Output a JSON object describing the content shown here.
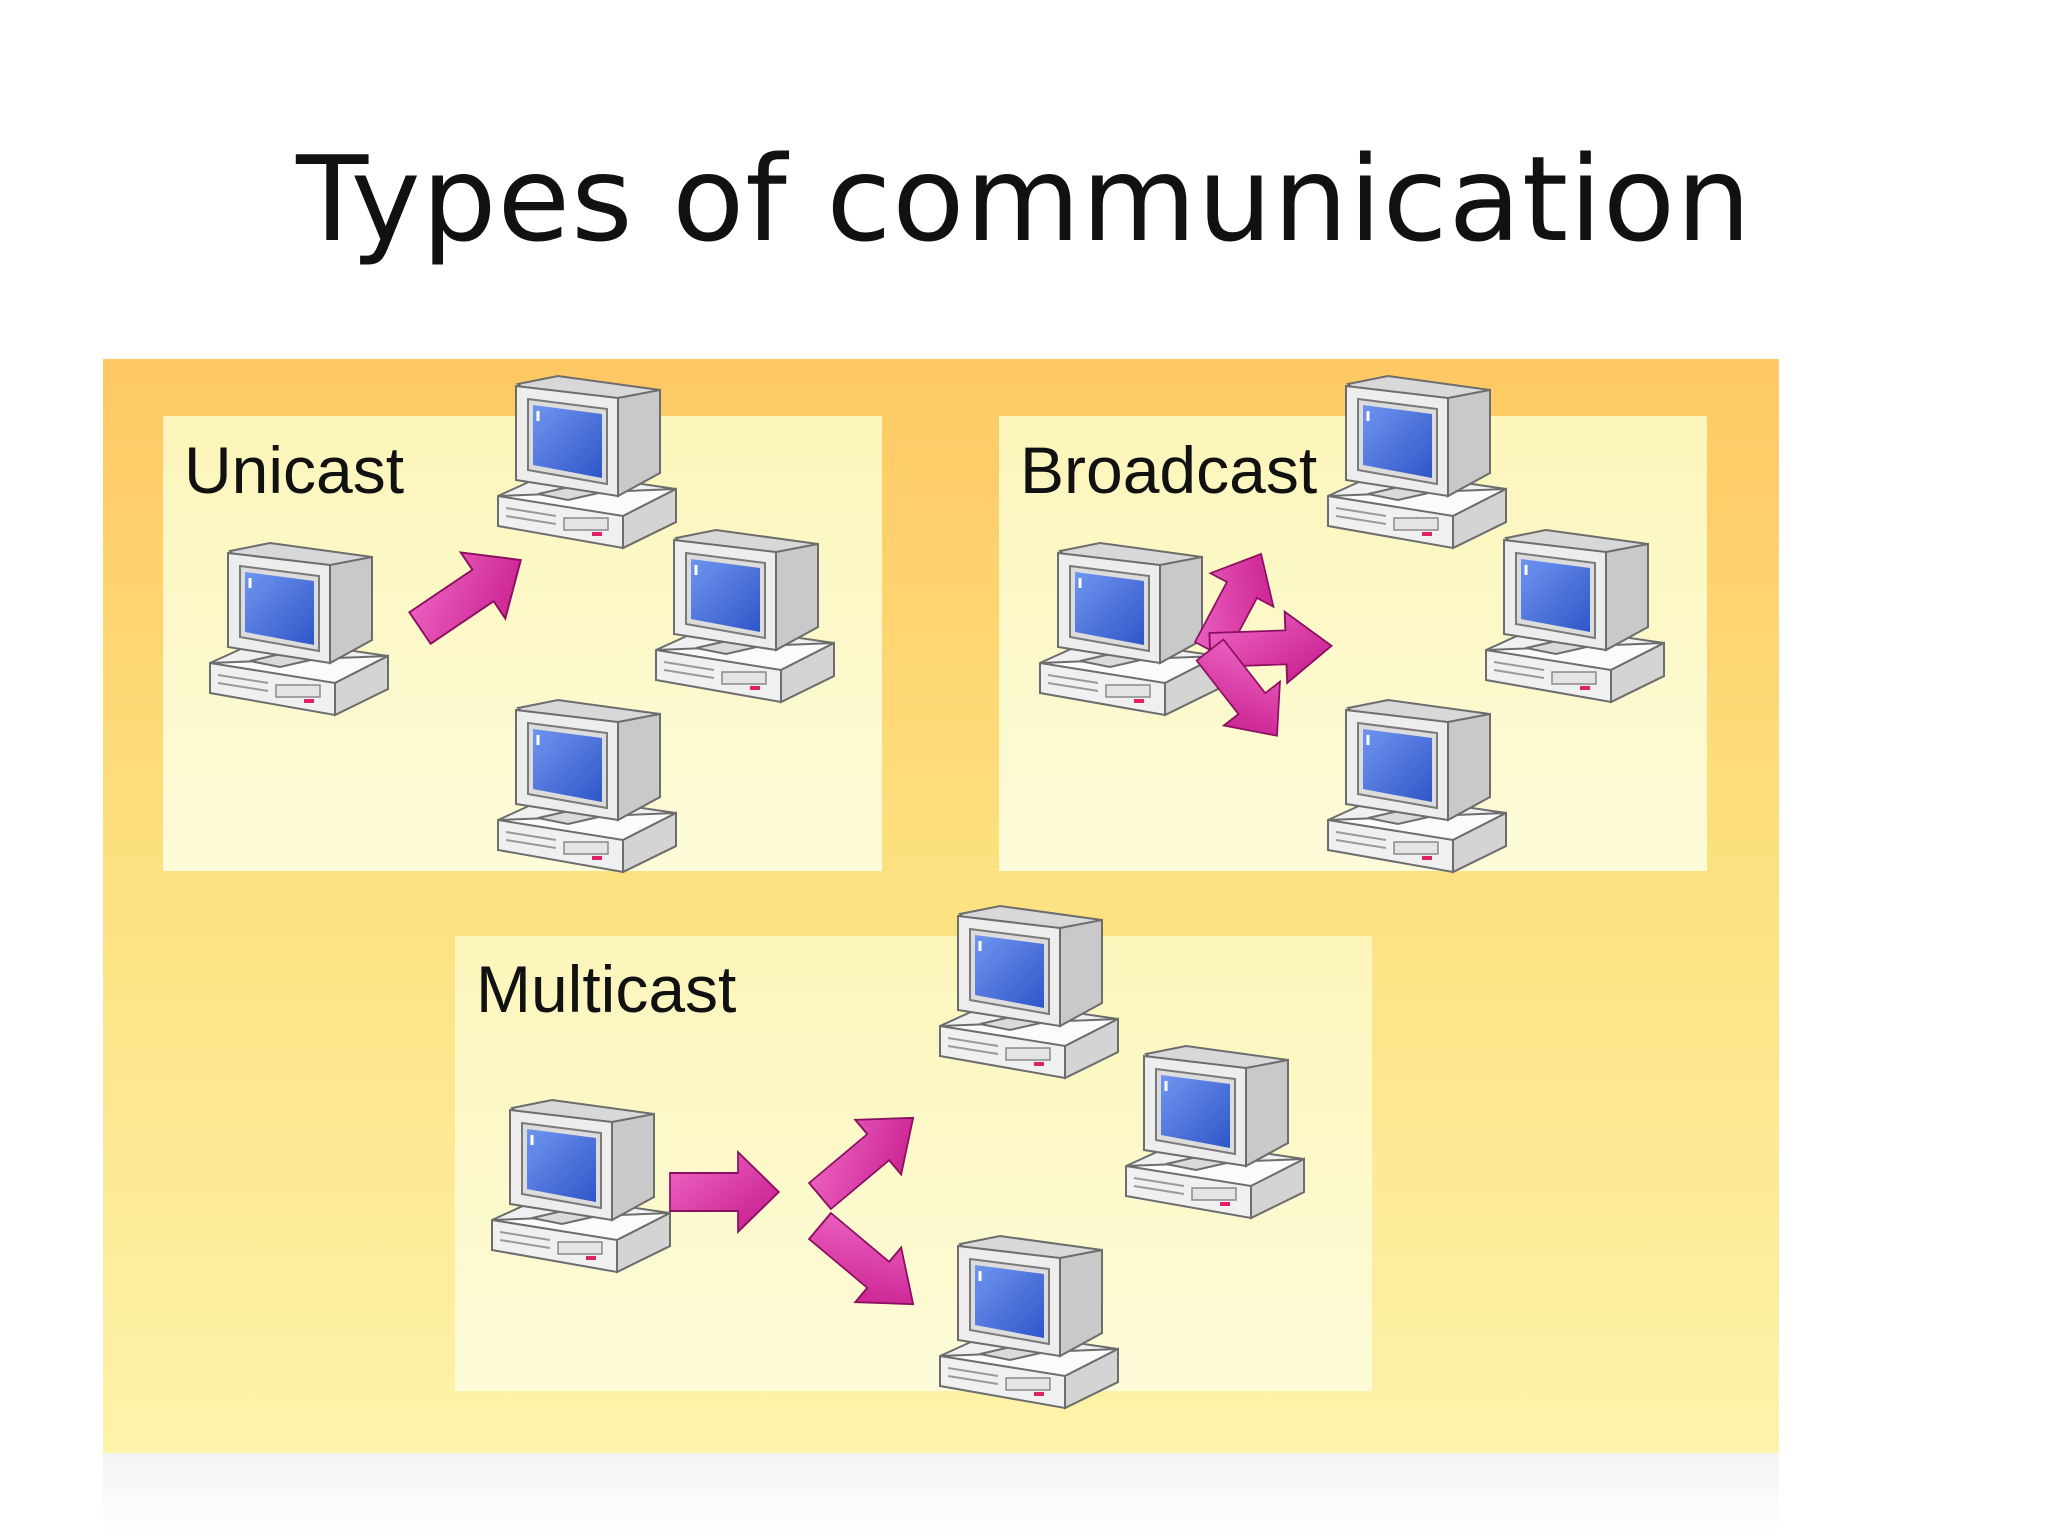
{
  "slide": {
    "title": "Types of communication"
  },
  "diagram": {
    "panels": [
      {
        "id": "unicast",
        "label": "Unicast"
      },
      {
        "id": "broadcast",
        "label": "Broadcast"
      },
      {
        "id": "multicast",
        "label": "Multicast"
      }
    ],
    "colors": {
      "background_top": "#fec863",
      "background_bottom": "#fdf3aa",
      "panel_fill": "#fcf6bb",
      "arrow": "#d7279d",
      "screen": "#4a74e0",
      "computer_body": "#ececec"
    },
    "icons": [
      "computer-icon",
      "arrow-icon"
    ]
  }
}
